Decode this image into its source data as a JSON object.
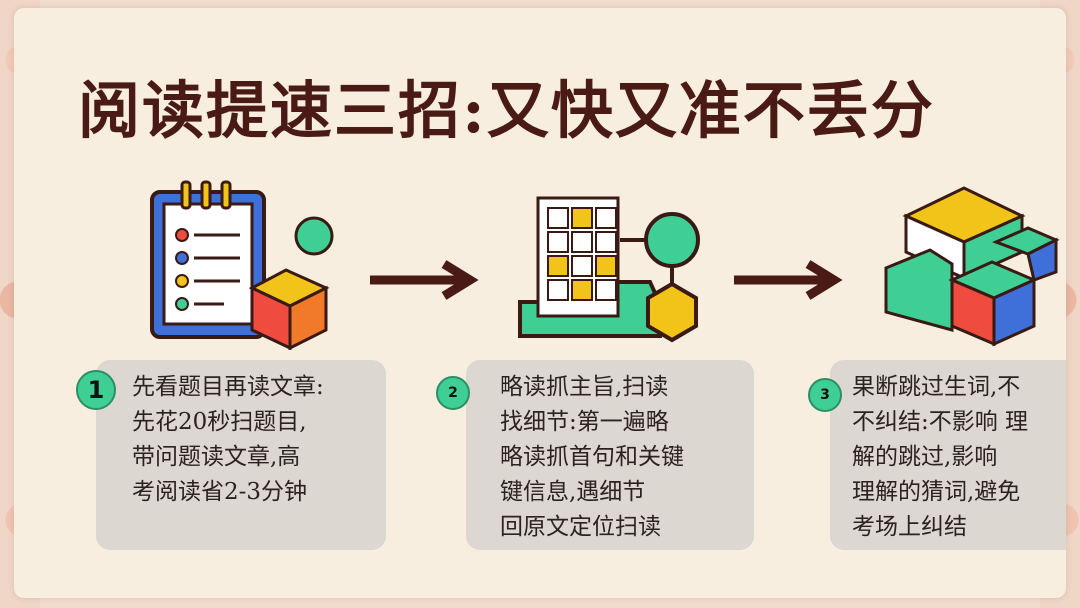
{
  "title": "阅读提速三招:又快又准不丢分",
  "steps": [
    {
      "number": "1",
      "text": "先看题目再读文章:\n先花20秒扫题目,\n带问题读文章,高\n考阅读省2-3分钟"
    },
    {
      "number": "2",
      "text": "略读抓主旨,扫读\n找细节:第一遍略\n略读抓首句和关键\n键信息,遇细节\n回原文定位扫读"
    },
    {
      "number": "3",
      "text": "果断跳过生词,不\n不纠结:不影响 理\n解的跳过,影响\n理解的猜词,避免\n考场上纠结"
    }
  ],
  "icons": [
    "clipboard-cube-icon",
    "grid-circle-hexagon-icon",
    "cube-stack-icon"
  ],
  "colors": {
    "title": "#4a1a14",
    "green": "#3fcf95",
    "yellow": "#f2c318",
    "red": "#ef4b3f",
    "blue": "#3f6fd8",
    "arrow": "#4a1a14"
  }
}
